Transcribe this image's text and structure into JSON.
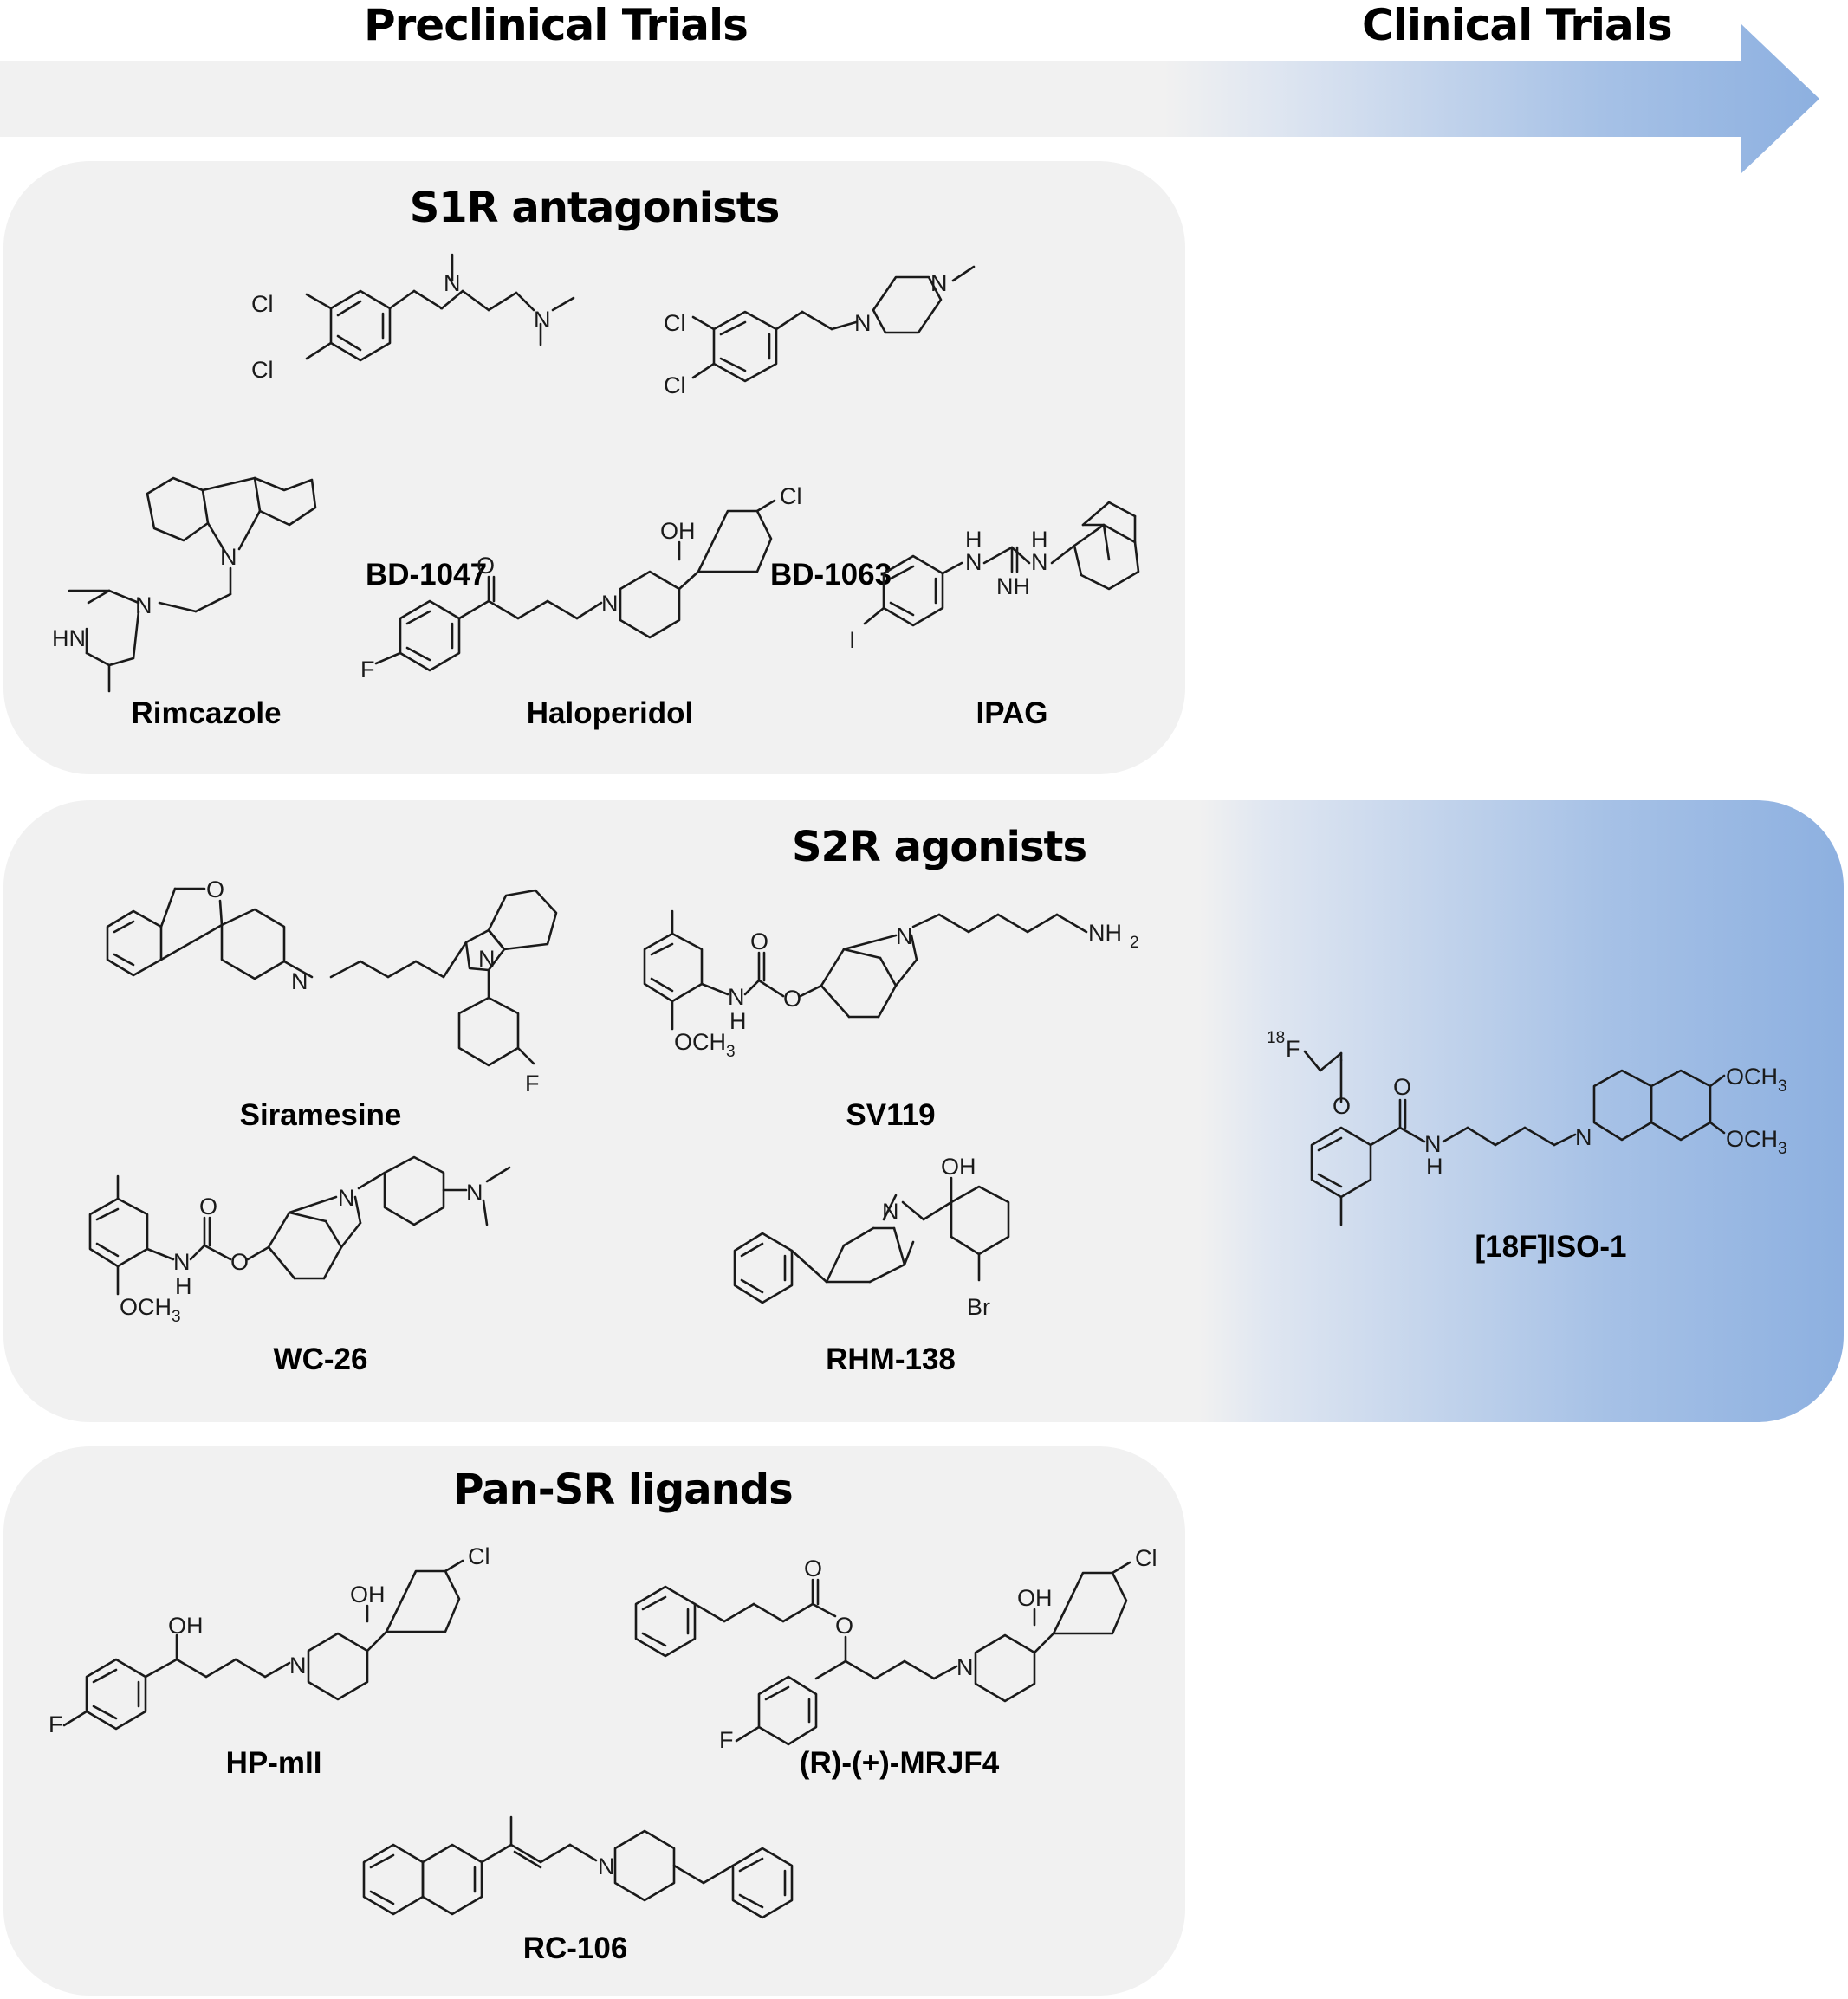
{
  "timeline": {
    "preclinical_label": "Preclinical Trials",
    "clinical_label": "Clinical Trials"
  },
  "colors": {
    "panel_background": "#f1f1f1",
    "clinical_gradient_end": "#8db0e0"
  },
  "groups": {
    "s1r": {
      "title": "S1R antagonists",
      "compounds": [
        "BD-1047",
        "BD-1063",
        "Rimcazole",
        "Haloperidol",
        "IPAG"
      ]
    },
    "s2r": {
      "title": "S2R agonists",
      "compounds": [
        "Siramesine",
        "SV119",
        "WC-26",
        "RHM-138",
        "[18F]ISO-1"
      ]
    },
    "pan": {
      "title": "Pan-SR ligands",
      "compounds": [
        "HP-mII",
        "(R)-(+)-MRJF4",
        "RC-106"
      ]
    }
  },
  "atom_labels": {
    "cl": "Cl",
    "f": "F",
    "n": "N",
    "o": "O",
    "i": "I",
    "br": "Br",
    "hn": "HN",
    "h": "H",
    "nh": "NH",
    "oh": "OH",
    "nh2": "NH",
    "och3": "OCH",
    "sub2": "2",
    "sub3": "3",
    "f18": "F",
    "sup18": "18"
  }
}
